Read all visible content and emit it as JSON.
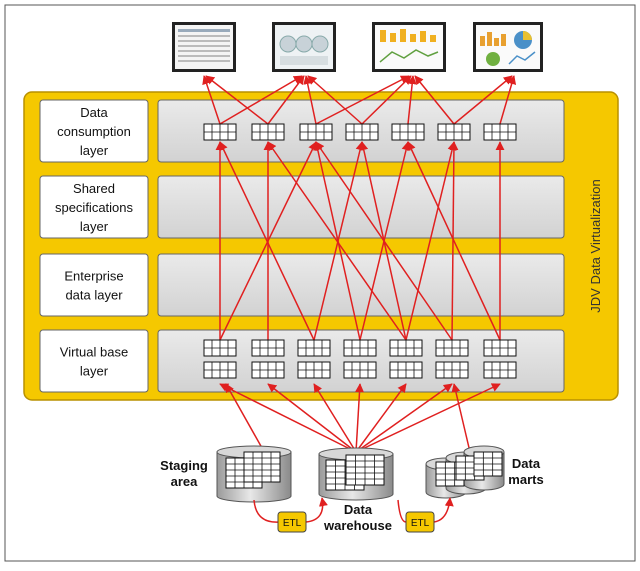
{
  "platform": {
    "label": "JDV Data Virtualization",
    "color": "#f5c800"
  },
  "layers": [
    {
      "id": "consumption",
      "lines": [
        "Data",
        "consumption",
        "layer"
      ]
    },
    {
      "id": "shared",
      "lines": [
        "Shared",
        "specifications",
        "layer"
      ]
    },
    {
      "id": "enterprise",
      "lines": [
        "Enterprise",
        "data layer"
      ]
    },
    {
      "id": "virtual",
      "lines": [
        "Virtual base",
        "layer"
      ]
    }
  ],
  "sources": {
    "staging": {
      "lines": [
        "Staging",
        "area"
      ]
    },
    "warehouse": {
      "lines": [
        "Data",
        "warehouse"
      ]
    },
    "marts": {
      "lines": [
        "Data",
        "marts"
      ]
    }
  },
  "etl": [
    "ETL",
    "ETL"
  ],
  "colors": {
    "arrow": "#e02020",
    "panel": "#dcdcdc",
    "badge": "#f5c800"
  },
  "icons": [
    "dashboard-screen-icon",
    "table-grid-icon",
    "database-cylinder-icon"
  ]
}
